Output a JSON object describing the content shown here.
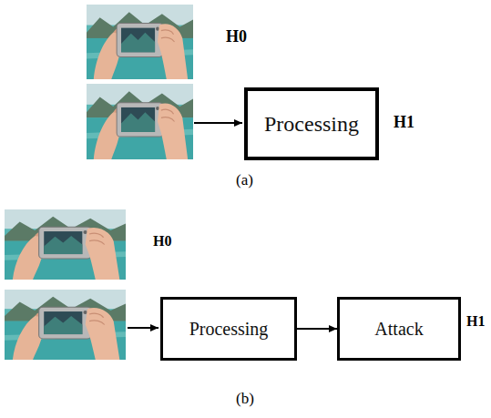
{
  "diagram": {
    "nodes": [
      {
        "text": [
          "Processing"
        ]
      },
      {
        "text": [
          "Processing"
        ]
      },
      {
        "text": [
          "Attack"
        ]
      }
    ],
    "edges": [
      {
        "from": 1,
        "to": 2,
        "arrow": "to"
      }
    ],
    "labels": [
      "H0",
      "H1",
      "(a)",
      "H0",
      "H1",
      "(b)"
    ]
  }
}
